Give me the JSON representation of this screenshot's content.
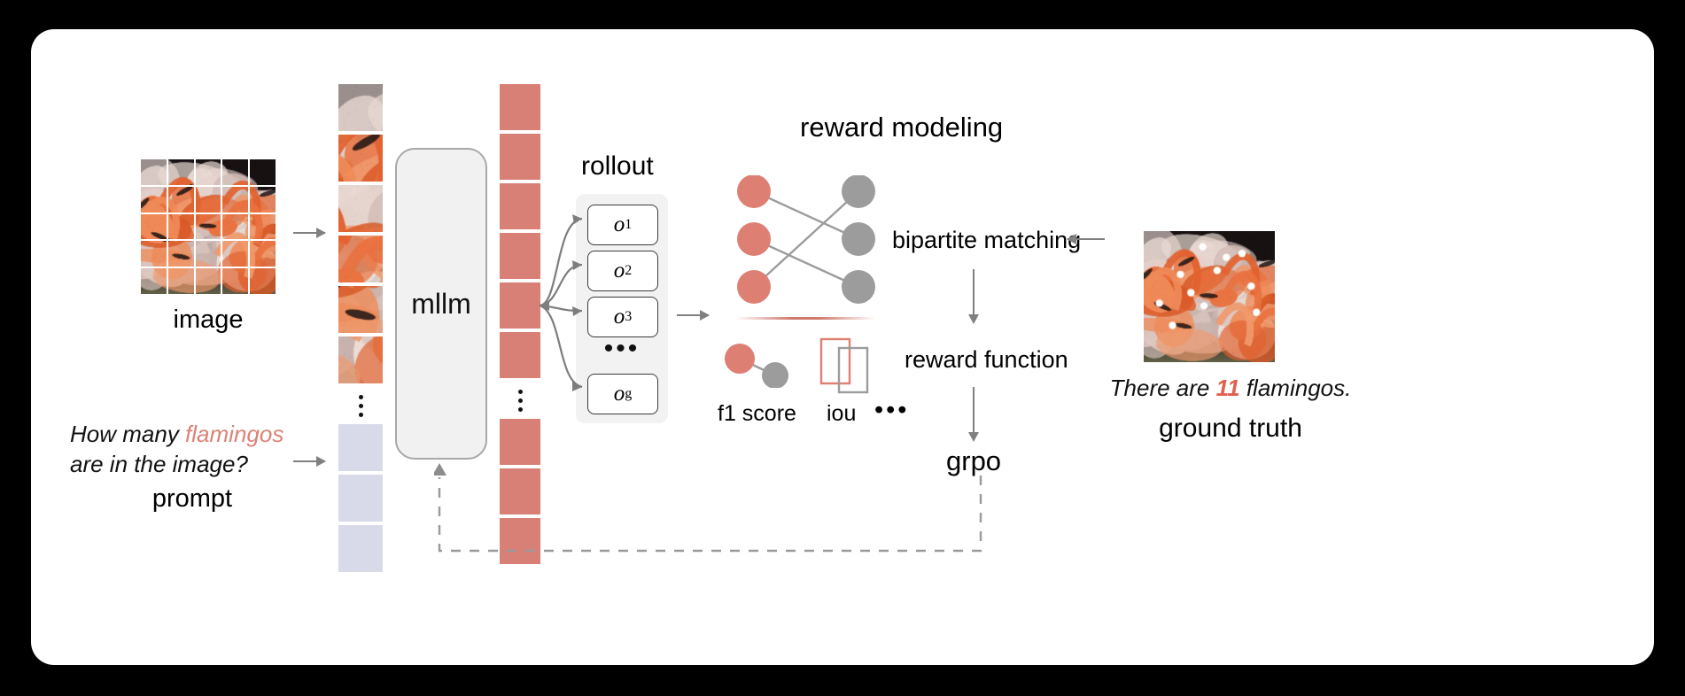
{
  "diagram": {
    "title": "mllm reinforcement-learning pipeline with bipartite-matching reward modeling",
    "accent_color": "#d98076",
    "muted_color": "#9c9c9c",
    "lavender_color": "#d8daea",
    "canvas_background": "#000000",
    "card_background": "#ffffff"
  },
  "input": {
    "image_label": "image",
    "prompt_line1_plain": "How many ",
    "prompt_highlight": "flamingos",
    "prompt_line2": "are in the image?",
    "prompt_label": "prompt",
    "arrow_image_to_patches": "arrow-right",
    "arrow_prompt_to_mllm": "arrow-right"
  },
  "model": {
    "name": "mllm"
  },
  "tokens": {
    "ellipsis": "vertical-ellipsis"
  },
  "rollout": {
    "title": "rollout",
    "items": [
      {
        "base": "o",
        "sub": "1"
      },
      {
        "base": "o",
        "sub": "2"
      },
      {
        "base": "o",
        "sub": "3"
      },
      {
        "base": "o",
        "sub": "g"
      }
    ],
    "ellipsis": "•••",
    "arrow_to_reward": "arrow-right"
  },
  "reward_modeling": {
    "title": "reward modeling",
    "bipartite_matching_label": "bipartite matching",
    "reward_function_label": "reward function",
    "grpo_label": "grpo",
    "metrics": [
      {
        "name": "f1 score",
        "icon": "two-node-edge-icon"
      },
      {
        "name": "iou",
        "icon": "two-overlapping-boxes-icon"
      }
    ],
    "metrics_ellipsis": "•••",
    "arrow_gt_to_matching": "arrow-left",
    "arrow_matching_to_reward": "arrow-down",
    "arrow_reward_to_grpo": "arrow-down",
    "bipartite_edges": [
      {
        "from": 0,
        "to": 1
      },
      {
        "from": 1,
        "to": 2
      },
      {
        "from": 2,
        "to": 0
      }
    ]
  },
  "ground_truth": {
    "caption_prefix": "There are ",
    "caption_number": "11",
    "caption_suffix": " flamingos.",
    "label": "ground truth",
    "point_count": 11
  },
  "feedback": {
    "style": "dashed",
    "description": "grpo update back to mllm"
  }
}
